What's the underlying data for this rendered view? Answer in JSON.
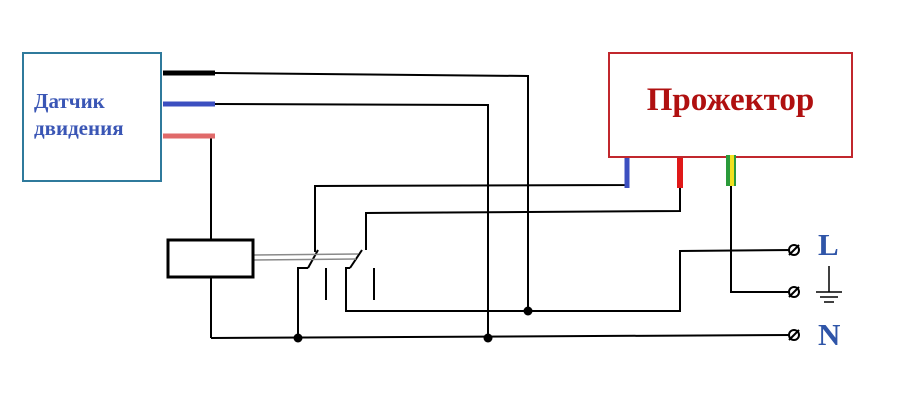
{
  "motion_sensor": {
    "label_line1": "Датчик",
    "label_line2": "двидения"
  },
  "floodlight": {
    "label": "Прожектор"
  },
  "terminals": {
    "live": "L",
    "neutral": "N"
  },
  "colors": {
    "sensor_border": "#2f7a9c",
    "sensor_text": "#3a56b5",
    "floodlight_border": "#c1272d",
    "floodlight_text": "#b01010",
    "wire_black": "#000000",
    "wire_blue": "#3c4fc0",
    "wire_red": "#e06a6a",
    "lead_red": "#e01818",
    "lead_green": "#2a9a3a",
    "lead_yellow": "#f0e020",
    "terminal_text": "#2f55a8"
  },
  "icons": [
    "ground-icon",
    "screw-terminal-icon"
  ]
}
